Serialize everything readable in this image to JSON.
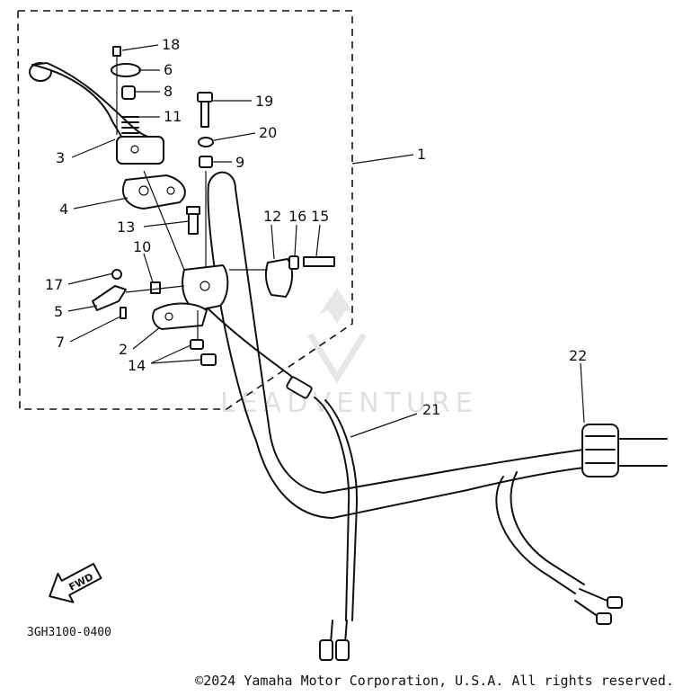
{
  "diagram": {
    "catalog_code": "3GH3100-0400",
    "fwd_label": "FWD",
    "watermark_text": "LEADVENTURE",
    "copyright": "©2024 Yamaha Motor Corporation, U.S.A. All rights reserved.",
    "callouts": [
      "18",
      "6",
      "8",
      "11",
      "19",
      "20",
      "9",
      "1",
      "3",
      "4",
      "13",
      "12",
      "16",
      "15",
      "10",
      "17",
      "5",
      "7",
      "2",
      "14",
      "22",
      "21"
    ]
  }
}
